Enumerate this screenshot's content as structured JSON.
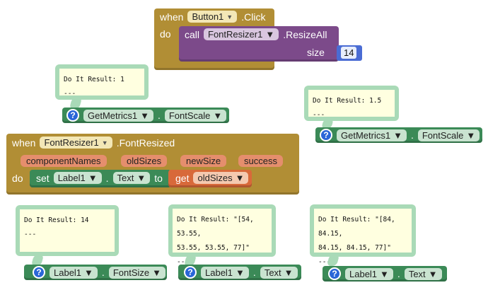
{
  "block_when_click": {
    "when": "when",
    "component": "Button1",
    "event": ".Click",
    "do": "do",
    "call": "call",
    "call_component": "FontResizer1",
    "method": ".ResizeAll",
    "arg_label": "size",
    "arg_value": "14"
  },
  "block_fontresized": {
    "when": "when",
    "component": "FontResizer1",
    "event": ".FontResized",
    "params": [
      "componentNames",
      "oldSizes",
      "newSize",
      "success"
    ],
    "do": "do",
    "set": "set",
    "set_component": "Label1",
    "set_property": "Text",
    "to": "to",
    "get": "get",
    "get_var": "oldSizes"
  },
  "getter1": {
    "component": "GetMetrics1",
    "dot": ".",
    "property": "FontScale",
    "result": "Do It Result: 1\n---"
  },
  "getter2": {
    "component": "GetMetrics1",
    "dot": ".",
    "property": "FontScale",
    "result": "Do It Result: 1.5\n---"
  },
  "getter3": {
    "component": "Label1",
    "dot": ".",
    "property": "FontSize",
    "result": "Do It Result: 14\n---"
  },
  "getter4": {
    "component": "Label1",
    "dot": ".",
    "property": "Text",
    "result": "Do It Result: \"[54, 53.55,\n53.55, 53.55, 77]\"\n---"
  },
  "getter5": {
    "component": "Label1",
    "dot": ".",
    "property": "Text",
    "result": "Do It Result: \"[84, 84.15,\n84.15, 84.15, 77]\"\n---"
  },
  "help_icon": "?"
}
